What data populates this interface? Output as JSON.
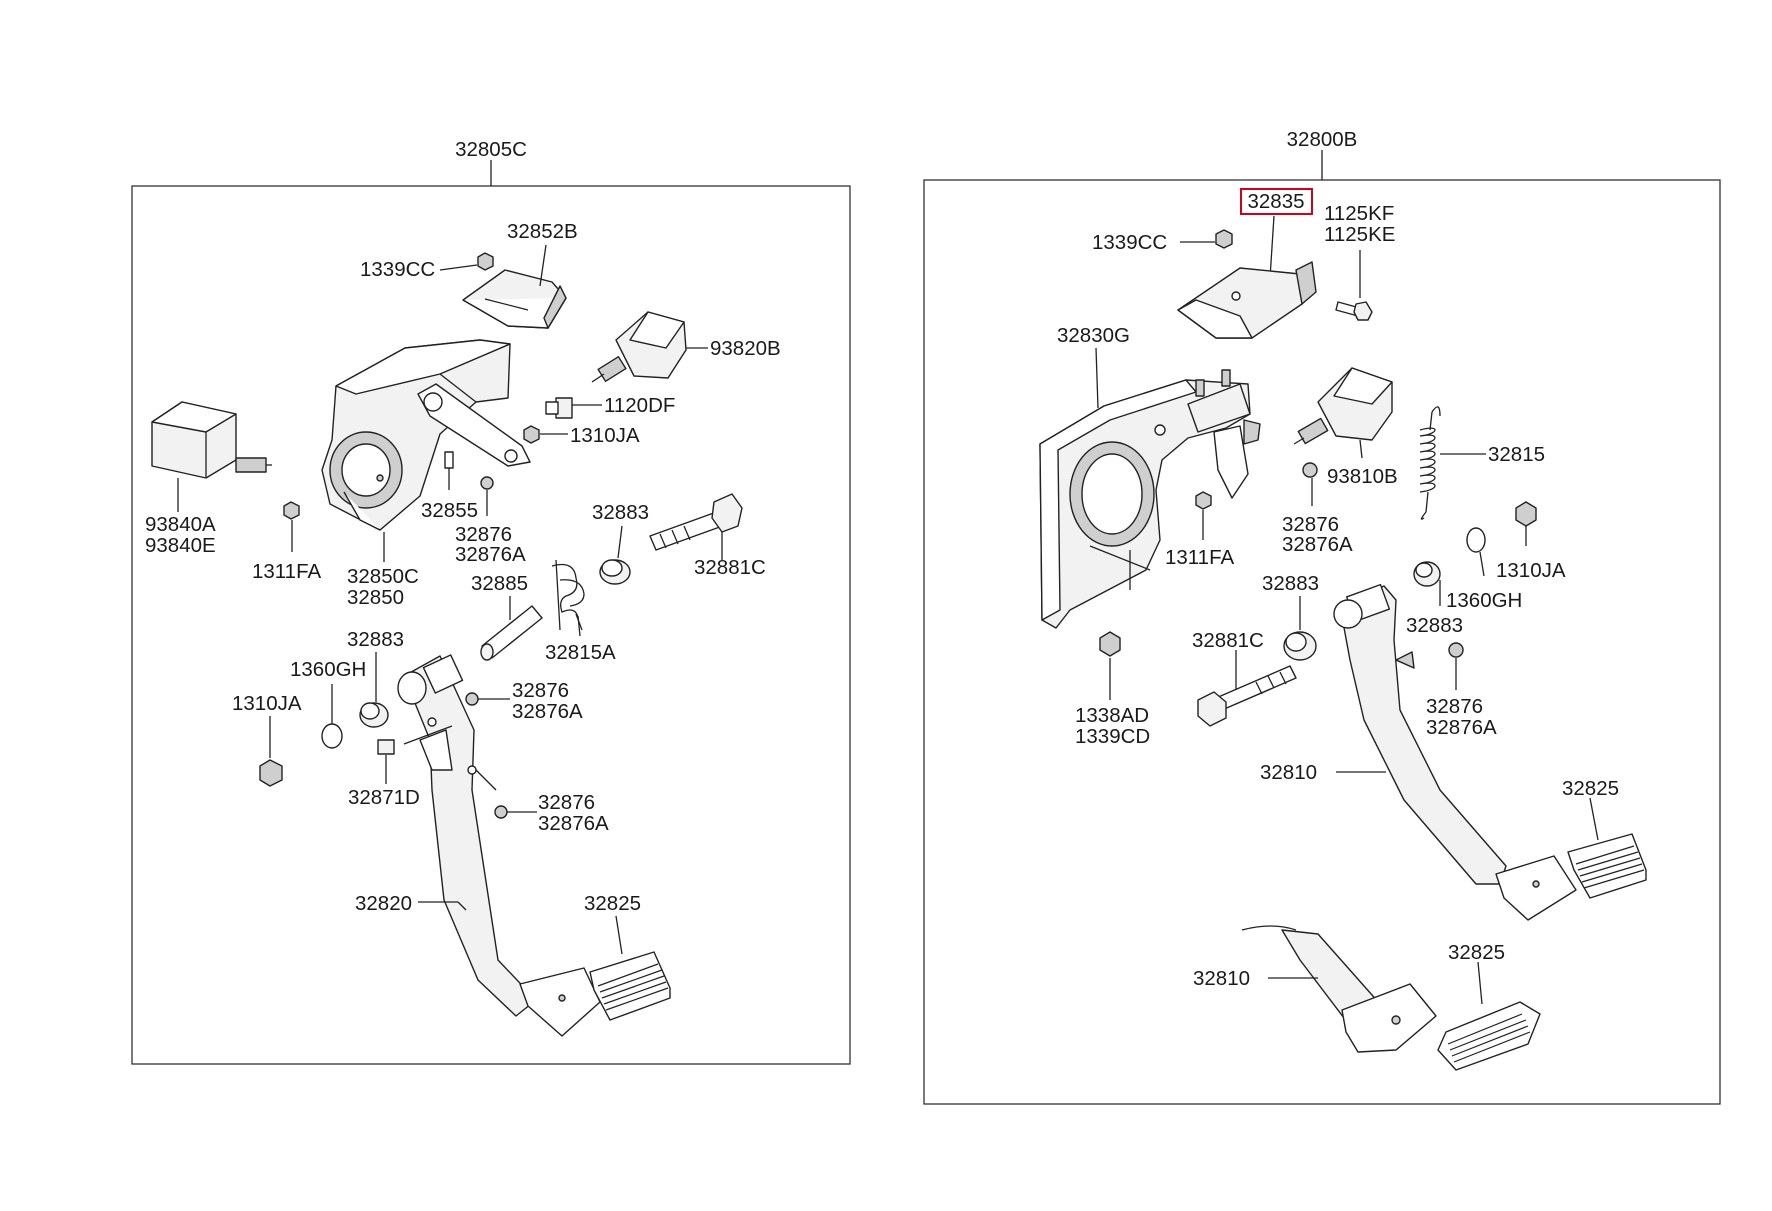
{
  "left_assembly": {
    "title": "32805C",
    "labels": {
      "bracket_top": "32852B",
      "nut_top": "1339CC",
      "stop_switch": "93820B",
      "bolt_1120": "1120DF",
      "nut_1310_top": "1310JA",
      "switch_big_a": "93840A",
      "switch_big_e": "93840E",
      "nut_1311": "1311FA",
      "pin_32855": "32855",
      "bush_a": "32876",
      "bush_a2": "32876A",
      "bracket_main_c": "32850C",
      "bracket_main": "32850",
      "bushing_32883_top": "32883",
      "bolt_32881c": "32881C",
      "pipe_32885": "32885",
      "spring_32815a": "32815A",
      "bushing_32883_low": "32883",
      "washer_1360gh": "1360GH",
      "nut_1310_low": "1310JA",
      "bush_b": "32876",
      "bush_b2": "32876A",
      "pin_32871d": "32871D",
      "bush_c": "32876",
      "bush_c2": "32876A",
      "pedal_arm": "32820",
      "pedal_pad": "32825"
    }
  },
  "right_assembly": {
    "title": "32800B",
    "labels": {
      "highlighted_part": "32835",
      "nut_top": "1339CC",
      "bolt_kf": "1125KF",
      "bolt_ke": "1125KE",
      "bracket_main": "32830G",
      "spring": "32815",
      "stop_switch": "93810B",
      "bush_a": "32876",
      "bush_a2": "32876A",
      "nut_1311": "1311FA",
      "nut_1310": "1310JA",
      "bushing_top": "32883",
      "washer": "1360GH",
      "bushing_mid": "32883",
      "bolt": "32881C",
      "nut_1338": "1338AD",
      "nut_1339": "1339CD",
      "bush_b": "32876",
      "bush_b2": "32876A",
      "pedal_arm": "32810",
      "pedal_pad": "32825",
      "pedal_arm_alt": "32810",
      "pedal_pad_alt": "32825"
    }
  },
  "colors": {
    "highlight": "#d0021b",
    "line": "#222222"
  }
}
